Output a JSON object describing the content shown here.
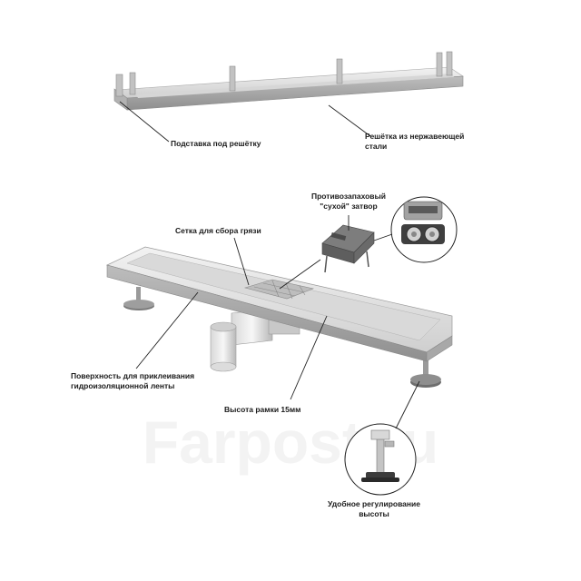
{
  "labels": {
    "grate_stand": "Подставка под решётку",
    "grate_steel": [
      "Решётка из нержавеющей",
      "стали"
    ],
    "odor_trap": [
      "Противозапаховый",
      "\"сухой\" затвор"
    ],
    "dirt_mesh": "Сетка для сбора грязи",
    "waterproof_surface": [
      "Поверхность для приклеивания",
      "гидроизоляционной ленты"
    ],
    "frame_height": "Высота рамки 15мм",
    "height_adjust": [
      "Удобное регулирование",
      "высоты"
    ]
  },
  "watermark": "Farpost.ru",
  "colors": {
    "steel_light": "#e4e4e4",
    "steel_mid": "#c9c9c9",
    "steel_dark": "#9a9a9a",
    "plastic_gray": "#8a8a8a",
    "plastic_dark": "#555555",
    "callout_line": "#222222"
  }
}
